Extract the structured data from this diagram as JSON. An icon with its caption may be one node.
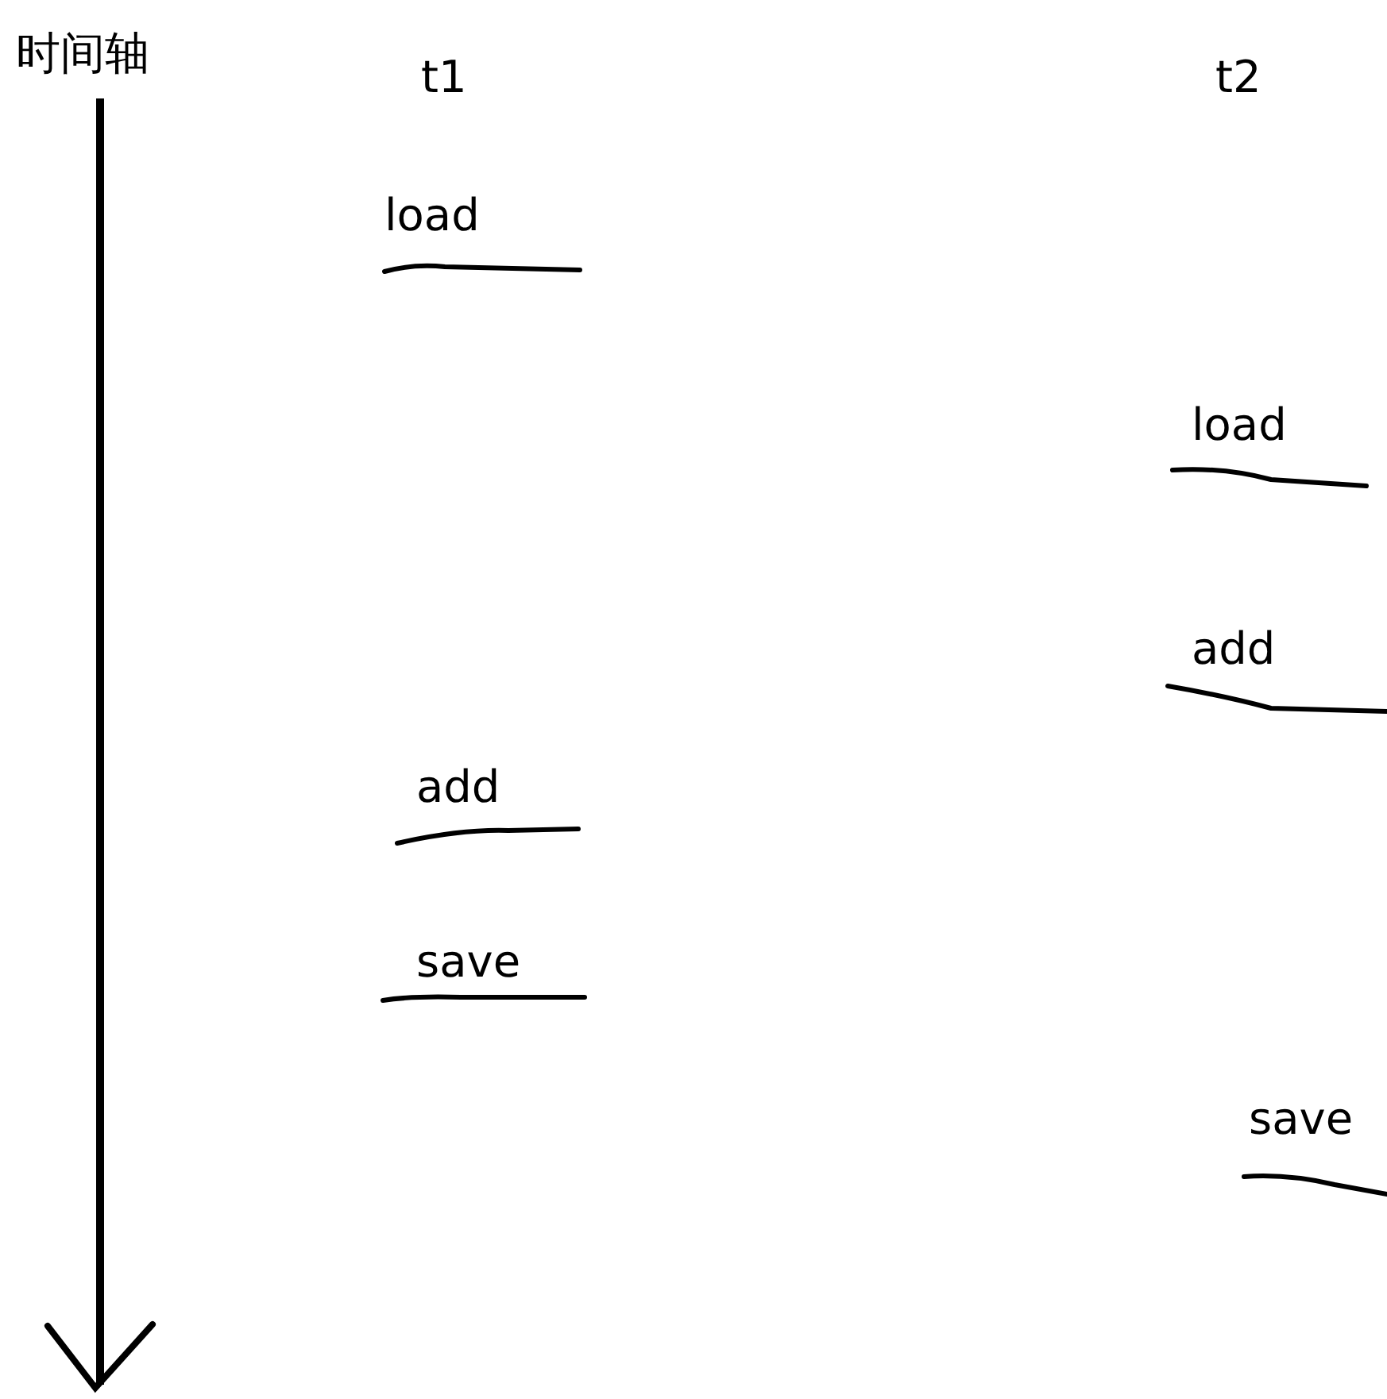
{
  "diagram": {
    "labels": [
      "时间轴",
      "t1",
      "t2",
      "load",
      "load",
      "add",
      "add",
      "save",
      "save"
    ]
  }
}
